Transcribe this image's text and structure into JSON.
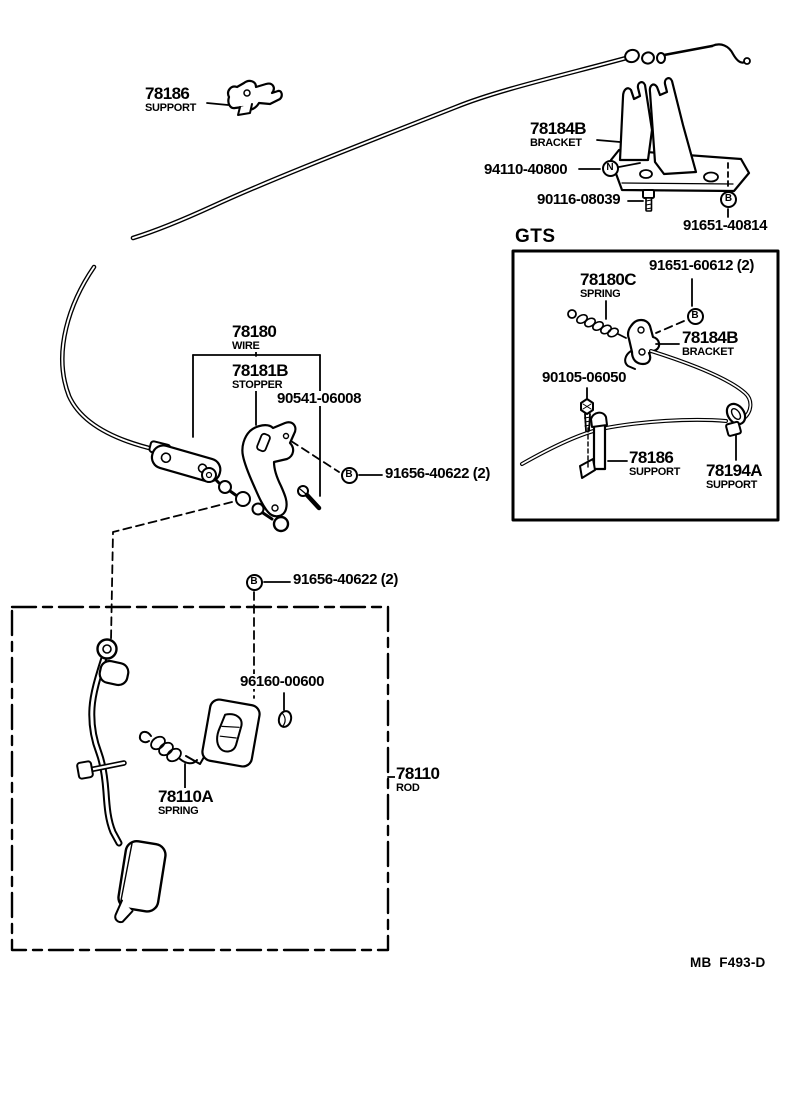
{
  "doc": {
    "code": "MB  F493-D",
    "section": "GTS"
  },
  "markers": {
    "b": "B",
    "n": "N"
  },
  "parts": {
    "support_top": {
      "num": "78186",
      "name": "SUPPORT"
    },
    "bracket_main": {
      "num": "78184B",
      "name": "BRACKET"
    },
    "nut_94110": {
      "num": "94110-40800"
    },
    "bolt_90116": {
      "num": "90116-08039"
    },
    "clip_91651": {
      "num": "91651-40814"
    },
    "gts_bolt": {
      "num": "91651-60612 (2)"
    },
    "gts_spring": {
      "num": "78180C",
      "name": "SPRING"
    },
    "gts_bracket": {
      "num": "78184B",
      "name": "BRACKET"
    },
    "gts_bolt2": {
      "num": "90105-06050"
    },
    "gts_support": {
      "num": "78186",
      "name": "SUPPORT"
    },
    "gts_support2": {
      "num": "78194A",
      "name": "SUPPORT"
    },
    "wire": {
      "num": "78180",
      "name": "WIRE"
    },
    "stopper": {
      "num": "78181B",
      "name": "STOPPER"
    },
    "screw_90541": {
      "num": "90541-06008"
    },
    "bolt_91656_a": {
      "num": "91656-40622 (2)"
    },
    "bolt_91656_b": {
      "num": "91656-40622 (2)"
    },
    "pad_clip": {
      "num": "96160-00600"
    },
    "pedal_spring": {
      "num": "78110A",
      "name": "SPRING"
    },
    "pedal_rod": {
      "num": "78110",
      "name": "ROD"
    }
  }
}
